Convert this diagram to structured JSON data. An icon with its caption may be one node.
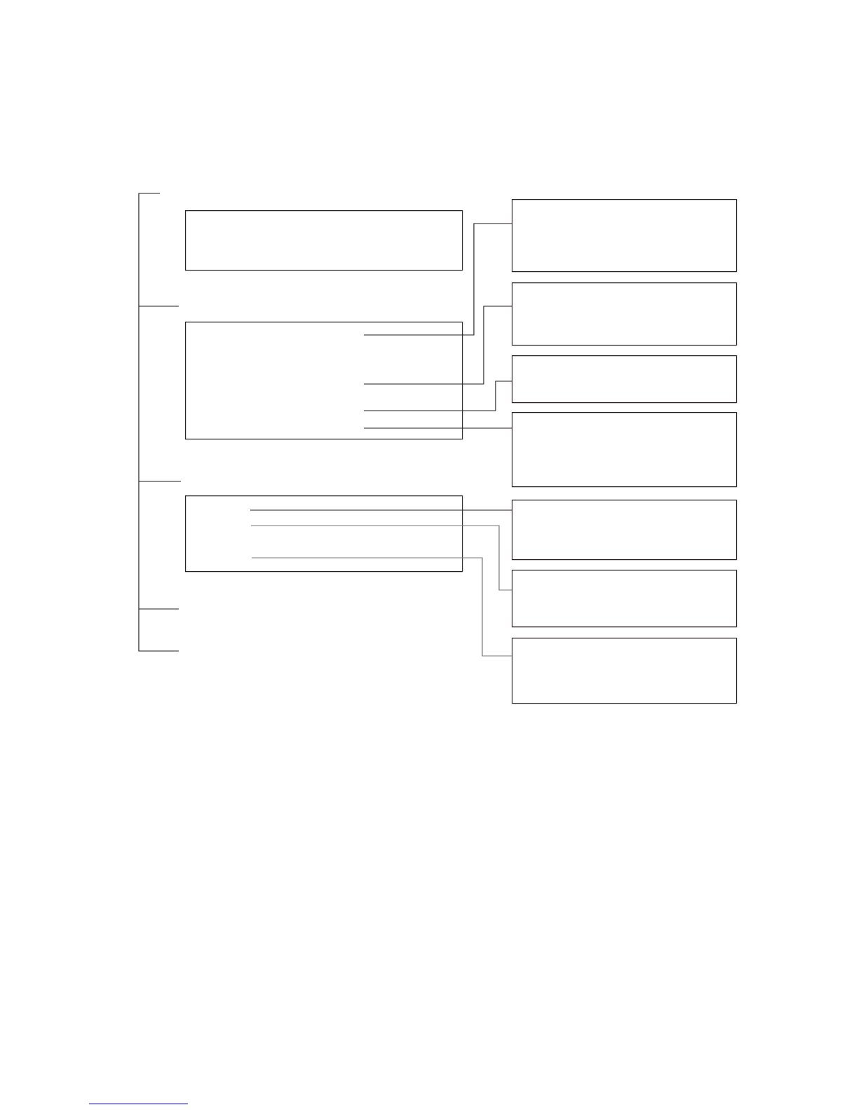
{
  "diagram": {
    "nodes": [
      {
        "text": [],
        "shape": "box"
      },
      {
        "text": [],
        "shape": "box"
      },
      {
        "text": [],
        "shape": "box"
      },
      {
        "text": [],
        "shape": "box"
      },
      {
        "text": [],
        "shape": "box"
      },
      {
        "text": [],
        "shape": "box"
      },
      {
        "text": [],
        "shape": "box"
      },
      {
        "text": [],
        "shape": "box"
      },
      {
        "text": [],
        "shape": "box"
      },
      {
        "text": [],
        "shape": "box"
      }
    ],
    "edges": [
      {
        "from": 1,
        "to": 3,
        "arrow": "none"
      },
      {
        "from": 1,
        "to": 4,
        "arrow": "none"
      },
      {
        "from": 1,
        "to": 5,
        "arrow": "none"
      },
      {
        "from": 1,
        "to": 6,
        "arrow": "none"
      },
      {
        "from": 2,
        "to": 7,
        "arrow": "none"
      },
      {
        "from": 2,
        "to": 8,
        "arrow": "none",
        "color": "#7a7a7a"
      },
      {
        "from": 2,
        "to": 9,
        "arrow": "none",
        "color": "#7a7a7a"
      }
    ]
  }
}
